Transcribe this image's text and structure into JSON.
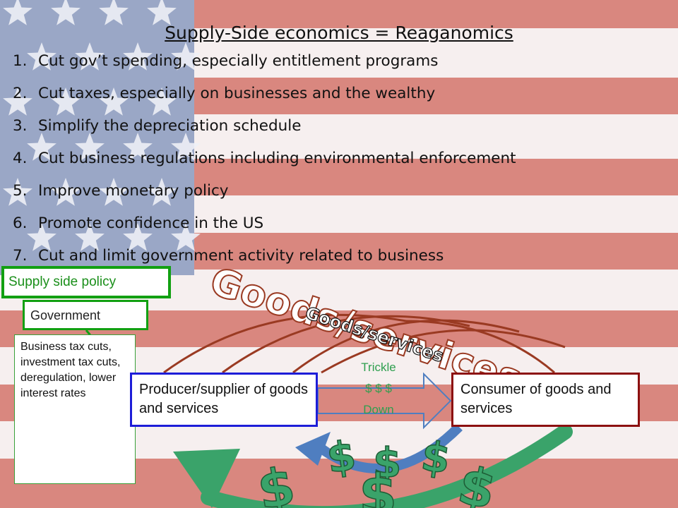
{
  "slide": {
    "title": "Supply-Side economics = Reaganomics",
    "items": [
      {
        "num": "1.",
        "text": "Cut gov’t spending, especially entitlement programs"
      },
      {
        "num": "2.",
        "text": "Cut taxes, especially on businesses and the wealthy"
      },
      {
        "num": "3.",
        "text": "Simplify the depreciation schedule"
      },
      {
        "num": "4.",
        "text": "Cut business regulations including environmental enforcement"
      },
      {
        "num": "5.",
        "text": "Improve monetary policy"
      },
      {
        "num": "6.",
        "text": "Promote confidence in the US"
      },
      {
        "num": "7.",
        "text": "Cut and limit government activity related to business"
      }
    ]
  },
  "diagram": {
    "supply_label": "Supply side policy",
    "government_label": "Government",
    "tax_cuts_text": "Business tax cuts, investment tax cuts, deregulation, lower interest rates",
    "producer_label": "Producer/supplier of goods and services",
    "consumer_label": "Consumer of goods and services",
    "trickle_line1": "Trickle",
    "trickle_line2": "$ $ $",
    "trickle_line3": "Down",
    "goods_big": "Goods/services",
    "goods_small": "Goods/services",
    "dollar_symbol": "$"
  },
  "colors": {
    "flag_red": "#d9877f",
    "flag_white": "#f6efef",
    "flag_blue": "#9aa7c6",
    "policy_green": "#12a012",
    "producer_blue": "#1d1dd8",
    "consumer_red": "#8c1010",
    "arc_brown": "#9a3a22",
    "money_green": "#3aa36a",
    "arrow_blue": "#4f7ec0"
  }
}
